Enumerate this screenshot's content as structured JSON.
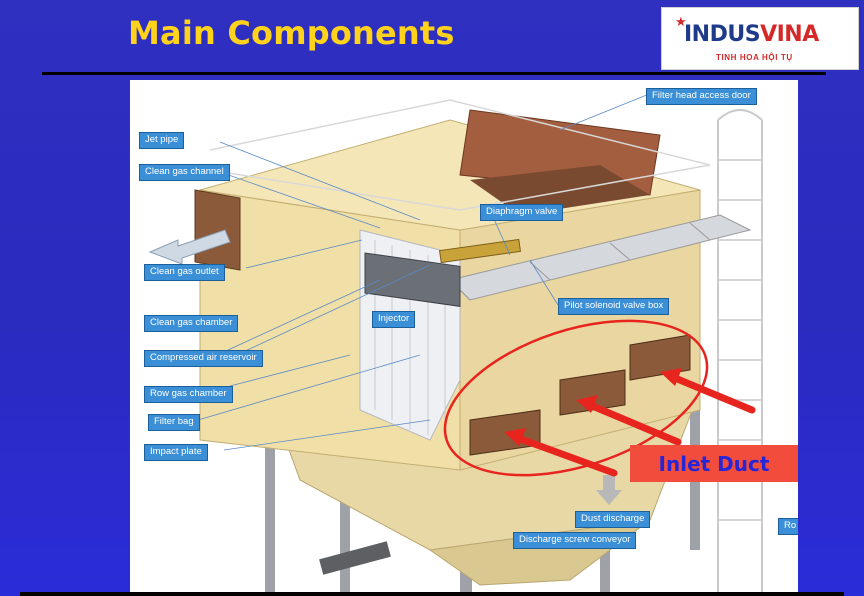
{
  "slide": {
    "title": "Main Components",
    "inlet_label": "Inlet Duct"
  },
  "logo": {
    "brand_part1": "INDUS",
    "brand_part2": "VINA",
    "tagline": "TINH HOA HỘI TỤ"
  },
  "callouts": {
    "filter_head_access_door": "Filter head access door",
    "jet_pipe": "Jet pipe",
    "clean_gas_channel": "Clean gas channel",
    "diaphragm_valve": "Diaphragm valve",
    "clean_gas_outlet": "Clean gas outlet",
    "pilot_solenoid_valve_box": "Pilot solenoid valve box",
    "injector": "Injector",
    "clean_gas_chamber": "Clean gas chamber",
    "compressed_air_reservoir": "Compressed air reservoir",
    "row_gas_chamber": "Row gas chamber",
    "filter_bag": "Filter bag",
    "impact_plate": "Impact plate",
    "dust_discharge": "Dust discharge",
    "discharge_screw_conveyor": "Discharge screw conveyor",
    "ro_partial": "Ro"
  },
  "colors": {
    "background": "#2a2bbf",
    "title": "#ffd21c",
    "callout": "#3a8fd6",
    "arrow": "#e8241e",
    "inlet_label_bg": "#f24d3c",
    "inlet_label_text": "#2626d8"
  }
}
